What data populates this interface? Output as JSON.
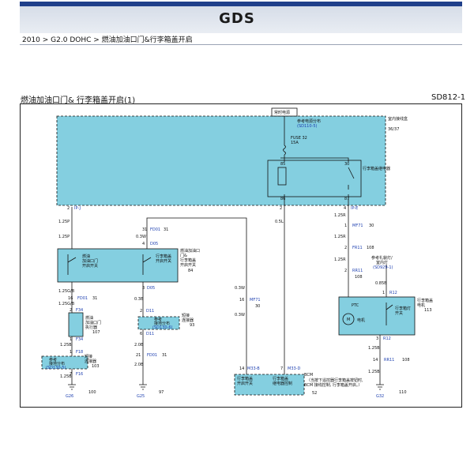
{
  "header": {
    "logo_text": "GDS",
    "breadcrumb": "2010 > G2.0 DOHC > 燃油加油口门&行李箱盖开启"
  },
  "diagram": {
    "title": "燃油加油口门& 行李箱盖开启(1)",
    "code": "SD812-1",
    "top_box": {
      "hot_label": "常时电源",
      "power_ref": "参考电源分布",
      "power_ref_code": "(SD110-5)",
      "area_label": "室内接线盒",
      "area_ref": "36/37",
      "fuse": "FUSE 32",
      "fuse_amp": "15A",
      "relay_label": "行李箱盖继电器",
      "pin_85": "85",
      "pin_30": "30",
      "pin_86": "86",
      "pin_87": "87",
      "conn_ipj": "IP-J",
      "conn_ipe": "IP-E",
      "pin_j": "2",
      "pin_e": "4",
      "pin_mid": "2"
    },
    "wires": {
      "w125p_a": "1.25P",
      "w125p_b": "1.25P",
      "w03w_a": "0.3W",
      "w05l": "0.5L",
      "w125r_a": "1.25R",
      "w125r_b": "1.25R",
      "w125r_c": "1.25R",
      "w085b": "0.85B",
      "w125gb_a": "1.25G/B",
      "w125gb_b": "1.25G/B",
      "w03b": "0.3B",
      "w125b_a": "1.25B",
      "w125b_b": "1.25B",
      "w125b_c": "1.25B",
      "w125b_d": "1.25B",
      "w20b_a": "2.0B",
      "w20b_b": "2.0B",
      "w03w_b": "0.3W",
      "w03w_c": "0.3W"
    },
    "connectors": {
      "fd01_a": "FD01",
      "fd01_a_pin": "31",
      "fd01_a_ref": "31",
      "d05_a": "D05",
      "d05_a_pin": "4",
      "d05_b": "D05",
      "d05_b_pin": "3",
      "fd01_b": "FD01",
      "fd01_b_pin": "16",
      "fd01_b_ref": "31",
      "f34_a": "F34",
      "f34_a_pin": "2",
      "f34_b": "F34",
      "f34_b_pin": "1",
      "f18": "F18",
      "f18_pin": "1",
      "f16": "F16",
      "f16_pin": "7",
      "d11_a": "D11",
      "d11_a_pin": "2",
      "d11_b": "D11",
      "d11_b_pin": "6",
      "fd01_c": "FD01",
      "fd01_c_pin": "21",
      "fd01_c_ref": "31",
      "mf71_a": "MF71",
      "mf71_a_pin": "1",
      "mf71_a_ref": "30",
      "fr11": "FR11",
      "fr11_pin": "2",
      "fr11_ref": "108",
      "rr11_a": "RR11",
      "rr11_a_pin": "2",
      "rr11_a_ref": "108",
      "r12_a": "R12",
      "r12_a_pin": "1",
      "r12_b": "R12",
      "r12_b_pin": "3",
      "rr11_b": "RR11",
      "rr11_b_pin": "14",
      "rr11_b_ref": "108",
      "mf71_b": "MF71",
      "mf71_b_pin": "16",
      "mf71_b_ref": "30",
      "m33b": "M33-B",
      "m33b_pin": "14",
      "m33d": "M33-D",
      "m33d_pin": "7"
    },
    "components": {
      "sw_fuel_l1": "燃油",
      "sw_fuel_l2": "加油口门",
      "sw_fuel_l3": "开启开关",
      "sw_trunk_l1": "行李箱盖",
      "sw_trunk_l2": "开启开关",
      "sw_box_l1": "燃油加油口",
      "sw_box_l2": "门&",
      "sw_box_l3": "行李箱盖",
      "sw_box_l4": "开启开关",
      "sw_box_ref": "84",
      "act_l1": "燃油",
      "act_l2": "加油口门",
      "act_l3": "执行器",
      "act_ref": "107",
      "gnd_ref_l1": "参考",
      "gnd_ref_l2": "接地分布",
      "gnd_ref_code": "(SD130-5)",
      "gnd_ref_b_l1": "参考",
      "gnd_ref_b_l2": "接地分布",
      "gnd_ref_b_code": "(SD130-6)",
      "splice_a_l1": "短接",
      "splice_a_l2": "连接器",
      "splice_a_ref": "103",
      "splice_b_l1": "短接",
      "splice_b_l2": "连接器",
      "splice_b_ref": "93",
      "motor_l1": "行李箱盖",
      "motor_l2": "电机",
      "motor_ref": "113",
      "motor_ptc": "PTC",
      "motor_m": "M",
      "motor_label": "电机",
      "motor_sw_l1": "行李箱灯",
      "motor_sw_l2": "开关",
      "lamp_ref_l1": "参考礼貌灯/",
      "lamp_ref_l2": "室内灯",
      "lamp_ref_code": "(SD929-1)",
      "bcm_label": "BCM",
      "bcm_note_l1": "（当按下遥控器行李箱盖按钮时,",
      "bcm_note_l2": "BCM 接线控制, 行李箱盖开启。）",
      "bcm_in_l1": "行李箱盖",
      "bcm_in_l2": "开启开关",
      "bcm_out_l1": "行李箱盖",
      "bcm_out_l2": "继电器控制",
      "bcm_ref": "52"
    },
    "grounds": {
      "g26": "G26",
      "g26_ref": "100",
      "g25": "G25",
      "g25_ref": "97",
      "g32": "G32",
      "g32_ref": "110"
    },
    "colors": {
      "fill": "#84cfe0",
      "wire": "#111111",
      "link_blue": "#1d3fb0"
    }
  }
}
